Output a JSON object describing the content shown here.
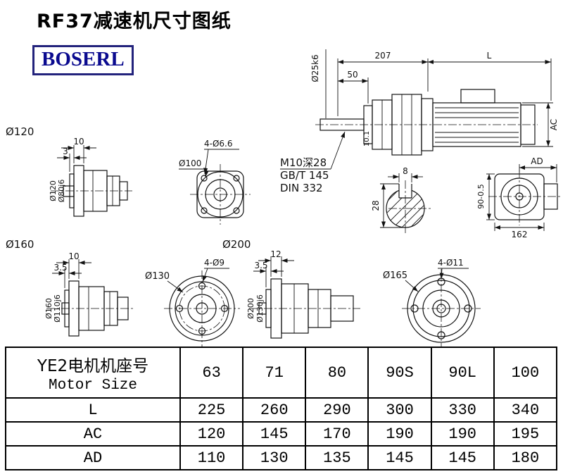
{
  "page": {
    "title": "RF37减速机尺寸图纸",
    "logo": "BOSERL"
  },
  "drawing": {
    "main": {
      "dim_top_left": "207",
      "dim_top_right": "L",
      "dim_50": "50",
      "shaft_dia": "Ø25k6",
      "dim_shoulder": "10.1",
      "dim_ac": "AC",
      "thread_note": "M10深28",
      "std_gb": "GB/T 145",
      "std_din": "DIN 332"
    },
    "key_section": {
      "width": "8",
      "height": "28"
    },
    "end_view": {
      "dim_ad": "AD",
      "dim_162": "162",
      "dim_90": "90-0.5"
    },
    "flange120": {
      "label": "Ø120",
      "thickness": "10",
      "spigot_depth": "3",
      "outer_dia": "Ø120",
      "spigot_dia": "Ø80j6"
    },
    "square_face": {
      "holes": "4-Ø6.6",
      "dia": "Ø100"
    },
    "flange160": {
      "label": "Ø160",
      "thickness": "10",
      "spigot_depth": "3.5",
      "outer_dia": "Ø160",
      "spigot_dia": "Ø110j6"
    },
    "round130": {
      "dia": "Ø130",
      "holes": "4-Ø9"
    },
    "flange200": {
      "label": "Ø200",
      "thickness": "12",
      "spigot_depth": "3.5",
      "outer_dia": "Ø200",
      "spigot_dia": "Ø130j6"
    },
    "round165": {
      "dia": "Ø165",
      "holes": "4-Ø11"
    }
  },
  "table": {
    "header_cn": "YE2电机机座号",
    "header_en": "Motor Size",
    "sizes": [
      "63",
      "71",
      "80",
      "90S",
      "90L",
      "100"
    ],
    "rows": [
      {
        "label": "L",
        "values": [
          "225",
          "260",
          "290",
          "300",
          "330",
          "340"
        ]
      },
      {
        "label": "AC",
        "values": [
          "120",
          "145",
          "170",
          "190",
          "190",
          "195"
        ]
      },
      {
        "label": "AD",
        "values": [
          "110",
          "130",
          "135",
          "145",
          "145",
          "180"
        ]
      }
    ]
  }
}
